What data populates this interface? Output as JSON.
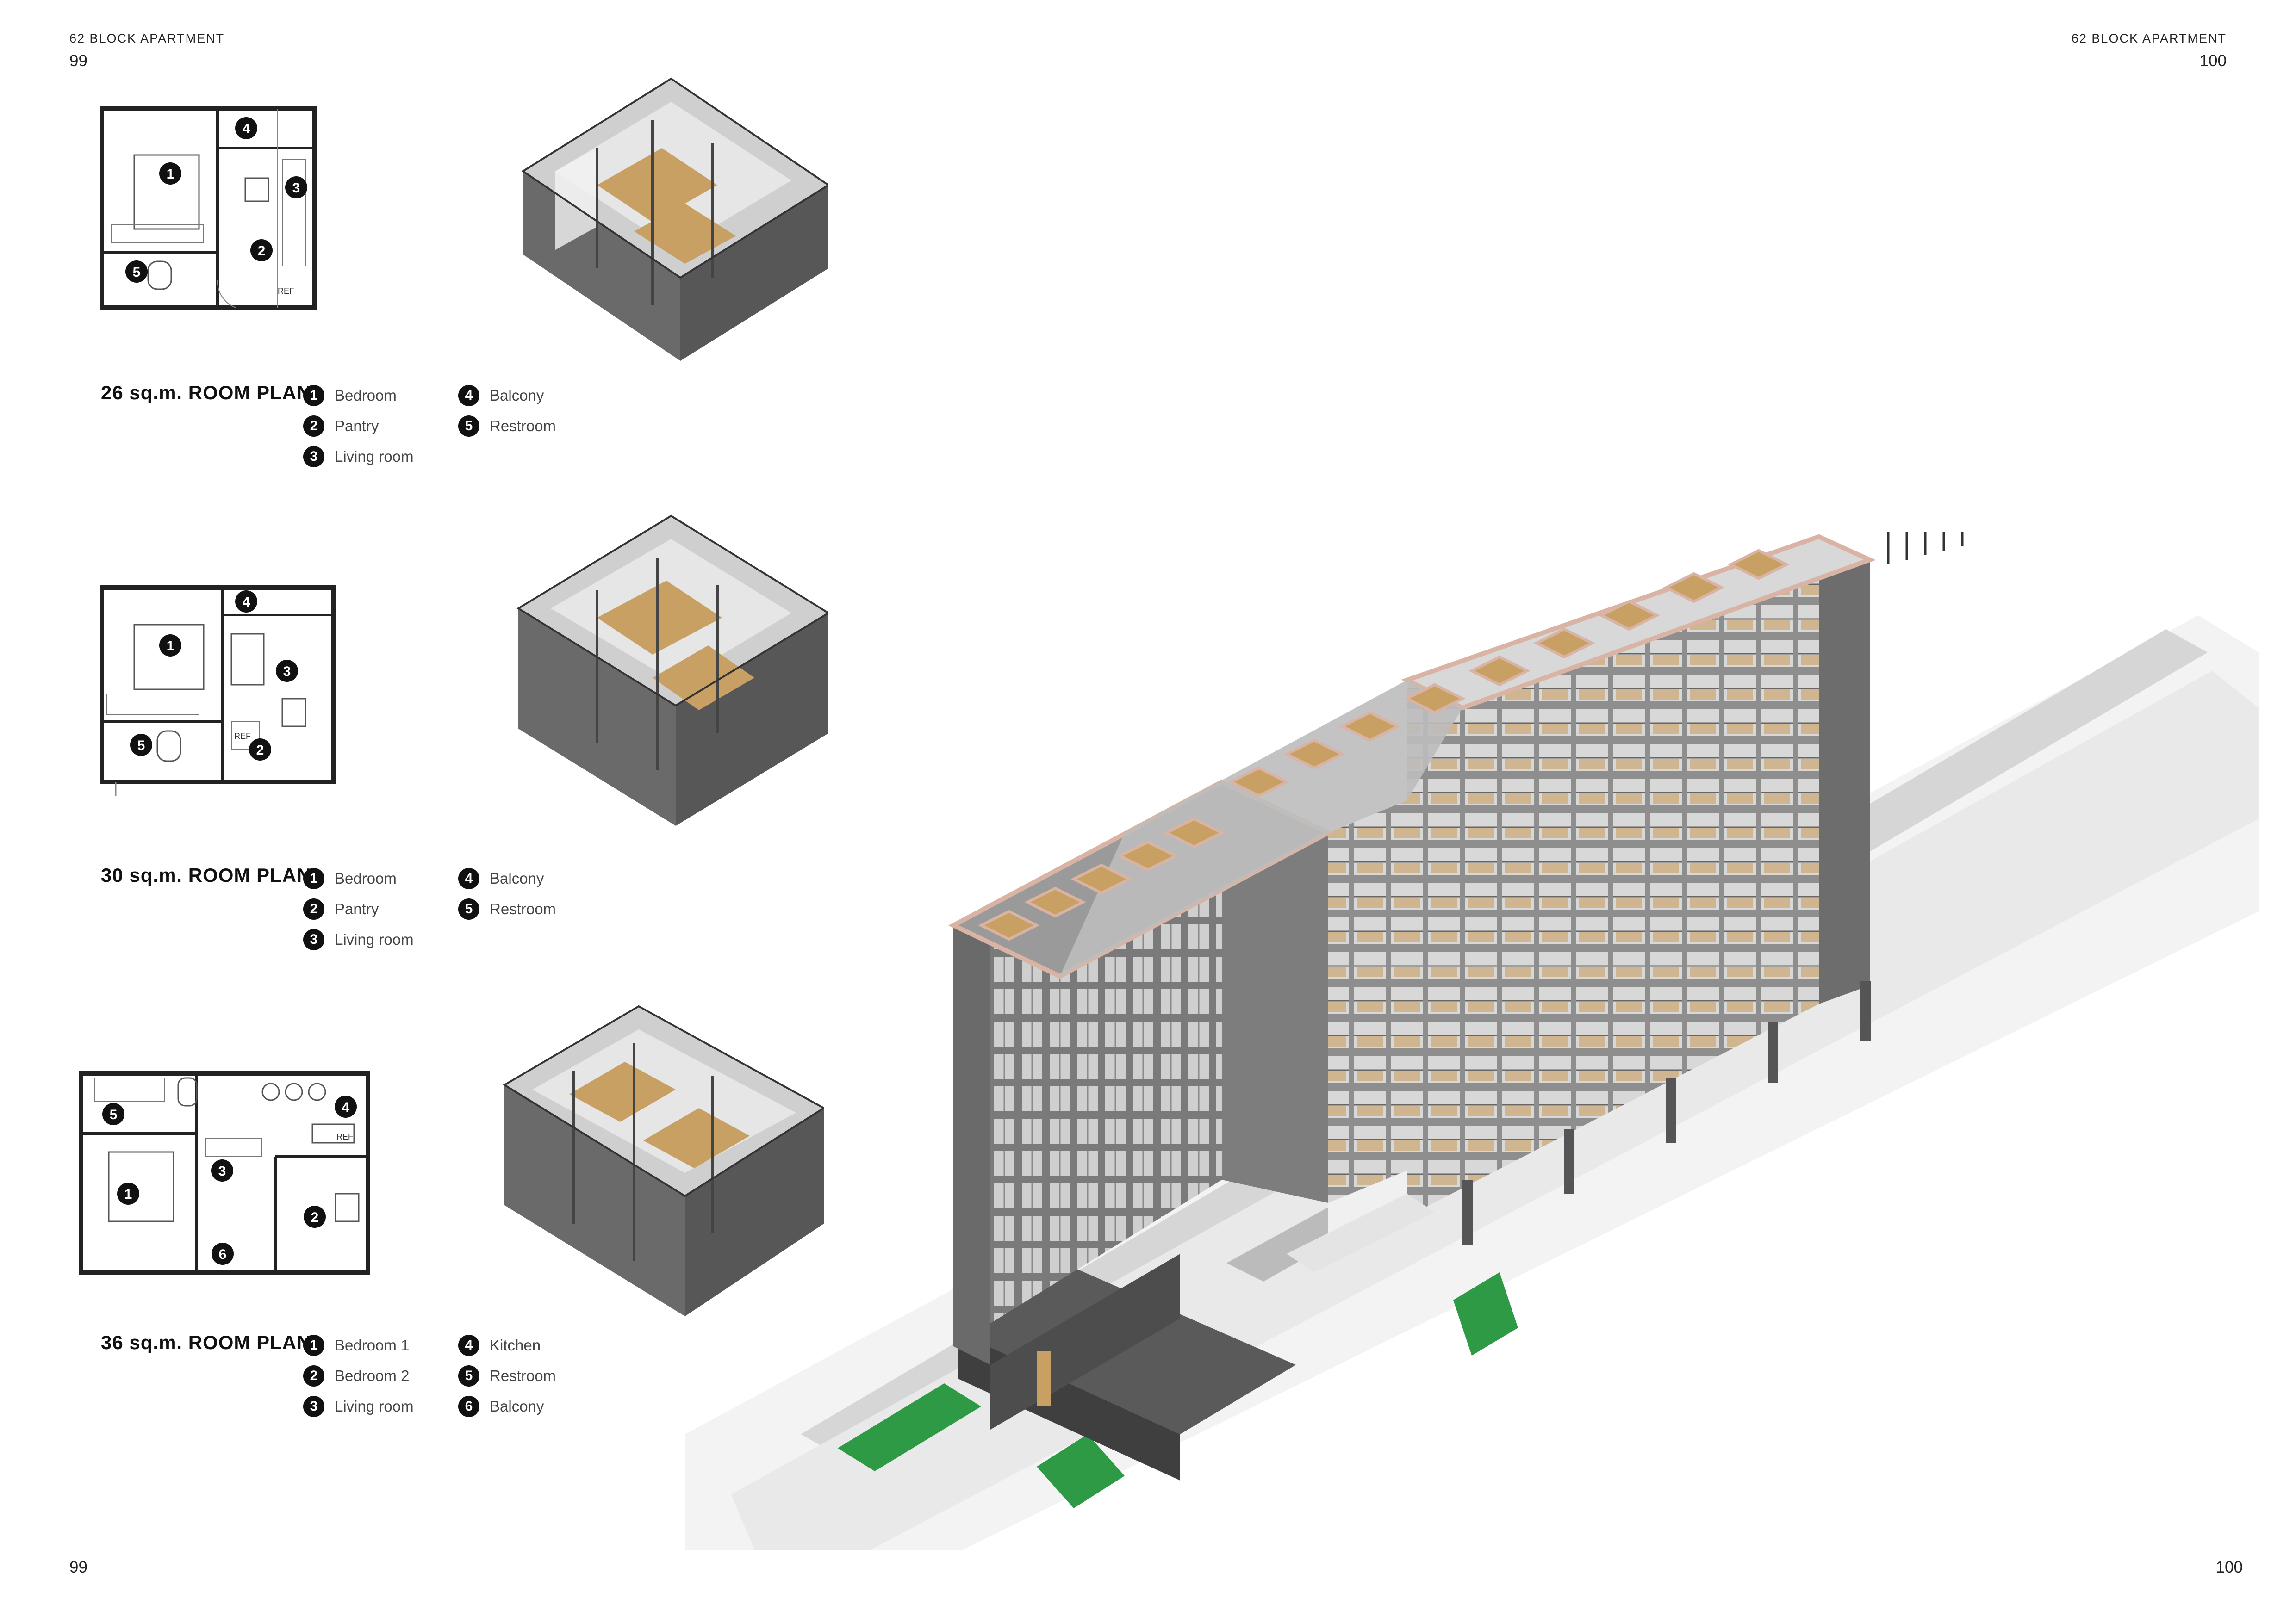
{
  "header": {
    "left_title": "62 BLOCK APARTMENT",
    "left_page": "99",
    "right_title": "62 BLOCK APARTMENT",
    "right_page": "100"
  },
  "footer": {
    "left_page": "99",
    "right_page": "100"
  },
  "plans": [
    {
      "title": "26 sq.m. ROOM PLAN",
      "fixture_label": "REF",
      "legend": [
        {
          "num": "1",
          "label": "Bedroom"
        },
        {
          "num": "2",
          "label": "Pantry"
        },
        {
          "num": "3",
          "label": "Living room"
        },
        {
          "num": "4",
          "label": "Balcony"
        },
        {
          "num": "5",
          "label": "Restroom"
        }
      ]
    },
    {
      "title": "30 sq.m. ROOM PLAN",
      "fixture_label": "REF",
      "legend": [
        {
          "num": "1",
          "label": "Bedroom"
        },
        {
          "num": "2",
          "label": "Pantry"
        },
        {
          "num": "3",
          "label": "Living room"
        },
        {
          "num": "4",
          "label": "Balcony"
        },
        {
          "num": "5",
          "label": "Restroom"
        }
      ]
    },
    {
      "title": "36 sq.m. ROOM PLAN",
      "fixture_label": "REF",
      "legend": [
        {
          "num": "1",
          "label": "Bedroom 1"
        },
        {
          "num": "2",
          "label": "Bedroom 2"
        },
        {
          "num": "3",
          "label": "Living room"
        },
        {
          "num": "4",
          "label": "Kitchen"
        },
        {
          "num": "5",
          "label": "Restroom"
        },
        {
          "num": "6",
          "label": "Balcony"
        }
      ]
    }
  ],
  "colors": {
    "wall": "#6f6f6f",
    "wall_dark": "#4a4a4a",
    "floor_wood": "#c9a063",
    "interior": "#e8e8e8",
    "green": "#2f9a46",
    "roof_edge": "#d9b3a3"
  }
}
